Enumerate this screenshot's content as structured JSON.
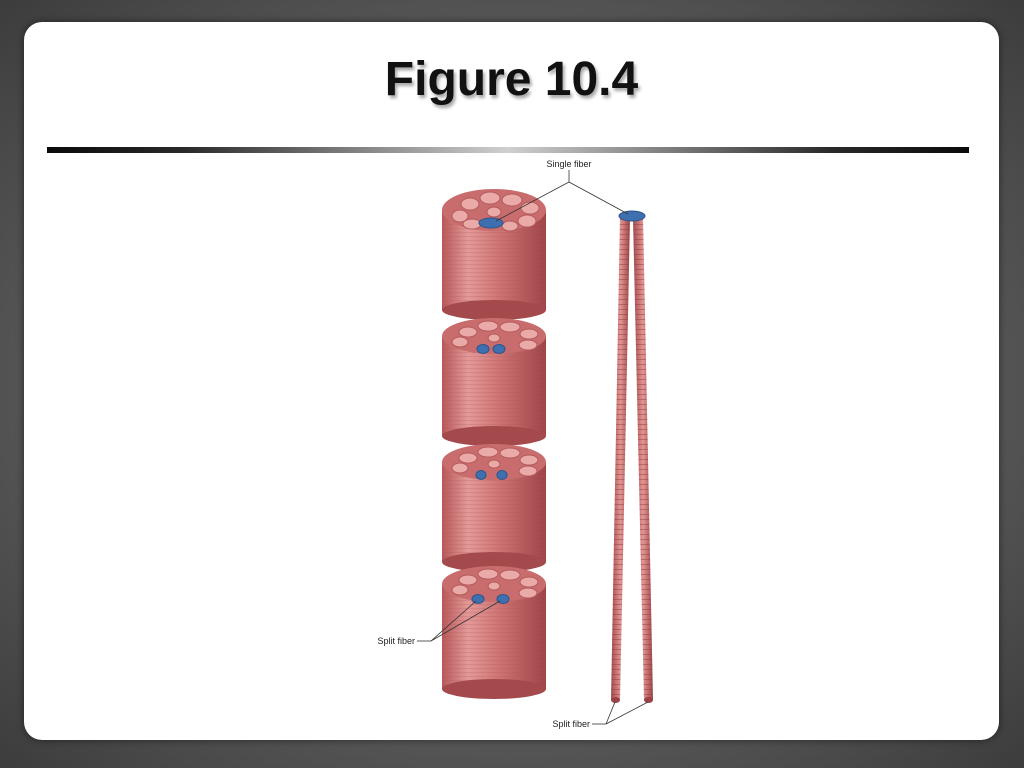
{
  "slide": {
    "title": "Figure 10.4"
  },
  "figure": {
    "labels": {
      "single_fiber": "Single fiber",
      "split_fiber_left": "Split fiber",
      "split_fiber_bottom": "Split fiber"
    }
  }
}
